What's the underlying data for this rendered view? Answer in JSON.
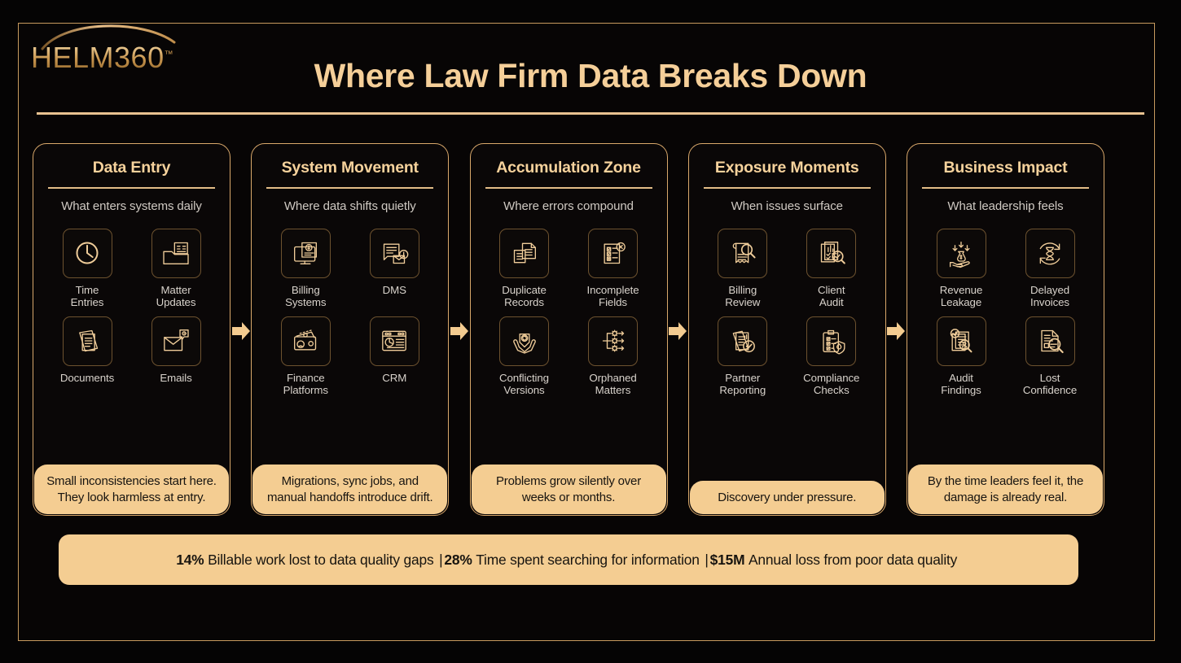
{
  "brand": {
    "logo_name": "HELM",
    "logo_suffix": "360",
    "logo_trademark": "™"
  },
  "header": {
    "title": "Where Law Firm Data Breaks Down"
  },
  "colors": {
    "background": "#050404",
    "frame_border": "#c79a5e",
    "gold_title": "#f5cf99",
    "card_border": "#d9a86b",
    "tan_panel": "#f4cd92",
    "body_text": "#cfc9c2",
    "dark_text": "#17140f"
  },
  "arrows": [
    {
      "name": "arrow-1"
    },
    {
      "name": "arrow-2"
    },
    {
      "name": "arrow-3"
    },
    {
      "name": "arrow-4"
    }
  ],
  "columns": [
    {
      "title": "Data Entry",
      "subtitle": "What enters systems daily",
      "items": [
        {
          "icon": "clock-icon",
          "label": "Time\nEntries"
        },
        {
          "icon": "folder-document-icon",
          "label": "Matter\nUpdates"
        },
        {
          "icon": "documents-stack-icon",
          "label": "Documents"
        },
        {
          "icon": "email-envelope-icon",
          "label": "Emails"
        }
      ],
      "footer": "Small inconsistencies start here. They look harmless at entry."
    },
    {
      "title": "System Movement",
      "subtitle": "Where data shifts quietly",
      "items": [
        {
          "icon": "monitor-dollar-icon",
          "label": "Billing\nSystems"
        },
        {
          "icon": "document-mail-alert-icon",
          "label": "DMS"
        },
        {
          "icon": "wallet-money-icon",
          "label": "Finance\nPlatforms"
        },
        {
          "icon": "browser-chart-icon",
          "label": "CRM"
        }
      ],
      "footer": "Migrations, sync jobs, and manual handoffs introduce drift."
    },
    {
      "title": "Accumulation Zone",
      "subtitle": "Where errors compound",
      "items": [
        {
          "icon": "duplicate-documents-icon",
          "label": "Duplicate\nRecords"
        },
        {
          "icon": "checklist-error-icon",
          "label": "Incomplete\nFields"
        },
        {
          "icon": "hands-refresh-icon",
          "label": "Conflicting\nVersions"
        },
        {
          "icon": "gear-tree-icon",
          "label": "Orphaned\nMatters"
        }
      ],
      "footer": "Problems grow silently over weeks or months."
    },
    {
      "title": "Exposure Moments",
      "subtitle": "When issues surface",
      "items": [
        {
          "icon": "receipt-magnifier-icon",
          "label": "Billing\nReview"
        },
        {
          "icon": "report-magnifier-check-icon",
          "label": "Client\nAudit"
        },
        {
          "icon": "report-check-icon",
          "label": "Partner\nReporting"
        },
        {
          "icon": "clipboard-shield-icon",
          "label": "Compliance\nChecks"
        }
      ],
      "footer": "Discovery under pressure."
    },
    {
      "title": "Business Impact",
      "subtitle": "What leadership feels",
      "items": [
        {
          "icon": "money-hand-down-arrows-icon",
          "label": "Revenue\nLeakage"
        },
        {
          "icon": "hourglass-cycle-icon",
          "label": "Delayed\nInvoices"
        },
        {
          "icon": "audit-findings-icon",
          "label": "Audit\nFindings"
        },
        {
          "icon": "document-magnifier-icon",
          "label": "Lost\nConfidence"
        }
      ],
      "footer": "By the time leaders feel it, the damage is already real."
    }
  ],
  "stats": [
    {
      "value": "14%",
      "text": "Billable work lost to data quality gaps"
    },
    {
      "value": "28%",
      "text": "Time spent searching for information"
    },
    {
      "value": "$15M",
      "text": "Annual loss from poor data quality"
    }
  ],
  "stats_separator": "|"
}
